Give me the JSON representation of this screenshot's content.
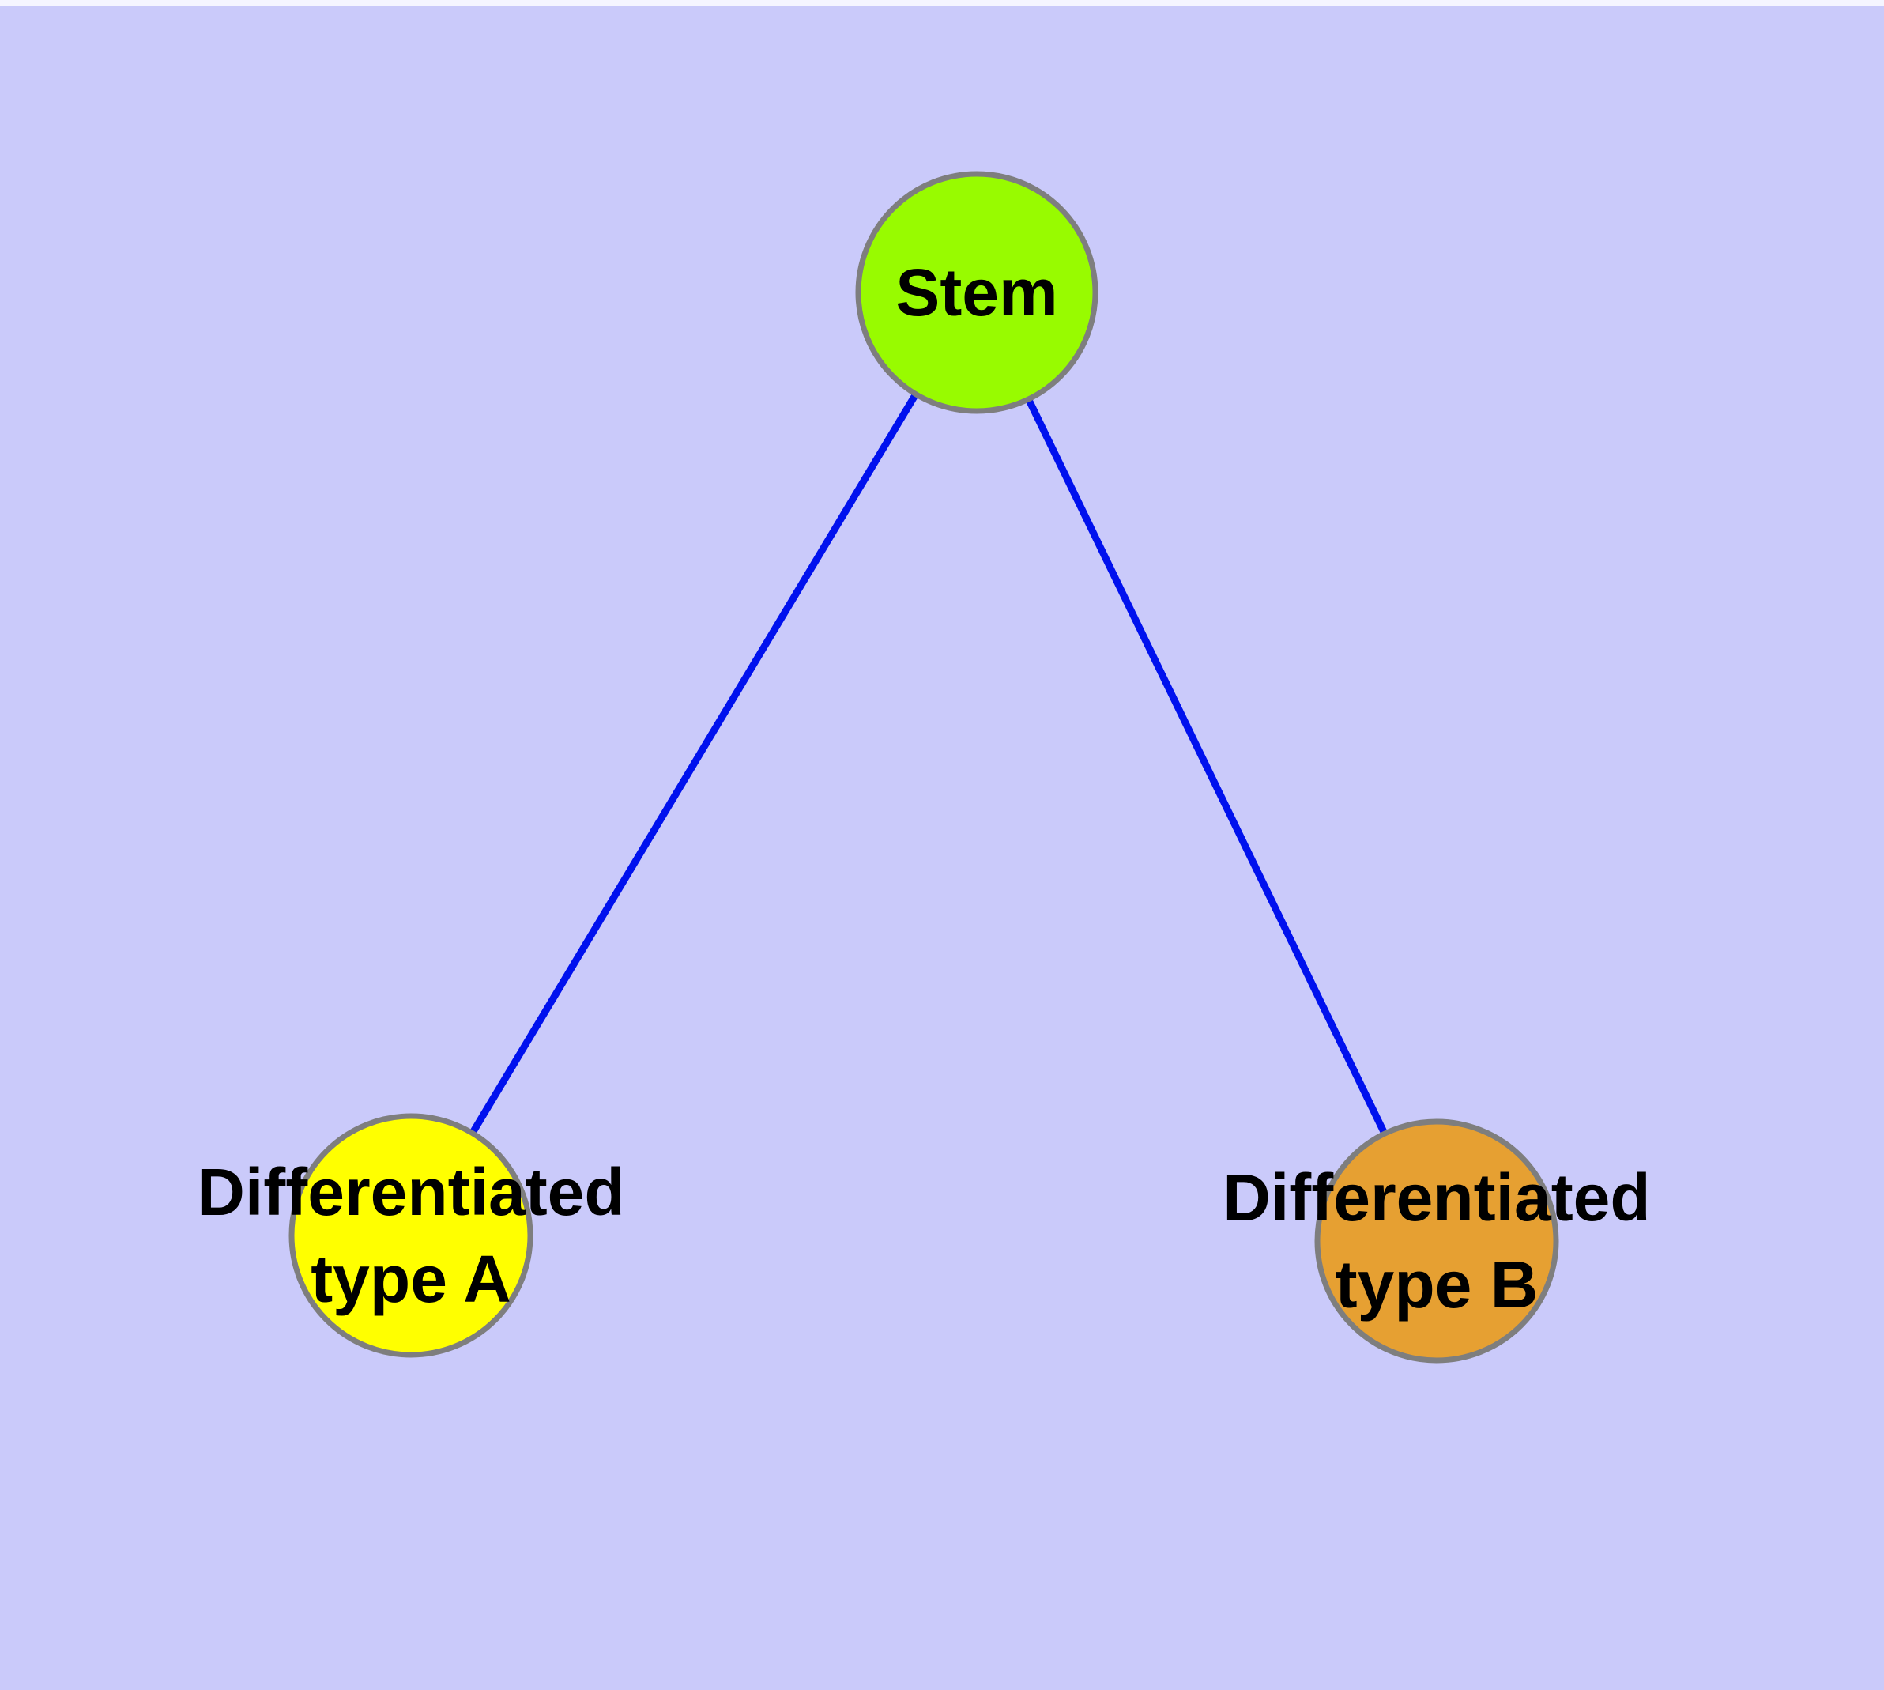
{
  "canvas": {
    "background_color": "#CACAFA",
    "top_strip_color": "#F5F5FF"
  },
  "graph": {
    "edge_color": "#0011EE",
    "node_border_color": "#7E7E7E",
    "nodes": {
      "stem": {
        "label": "Stem",
        "fill": "#98FB00"
      },
      "type_a": {
        "label_line1": "Differentiated",
        "label_line2": "type A",
        "fill": "#FFFF00"
      },
      "type_b": {
        "label_line1": "Differentiated",
        "label_line2": "type B",
        "fill": "#E6A032"
      }
    },
    "edges": [
      {
        "from": "stem",
        "to": "type_a"
      },
      {
        "from": "stem",
        "to": "type_b"
      }
    ]
  }
}
